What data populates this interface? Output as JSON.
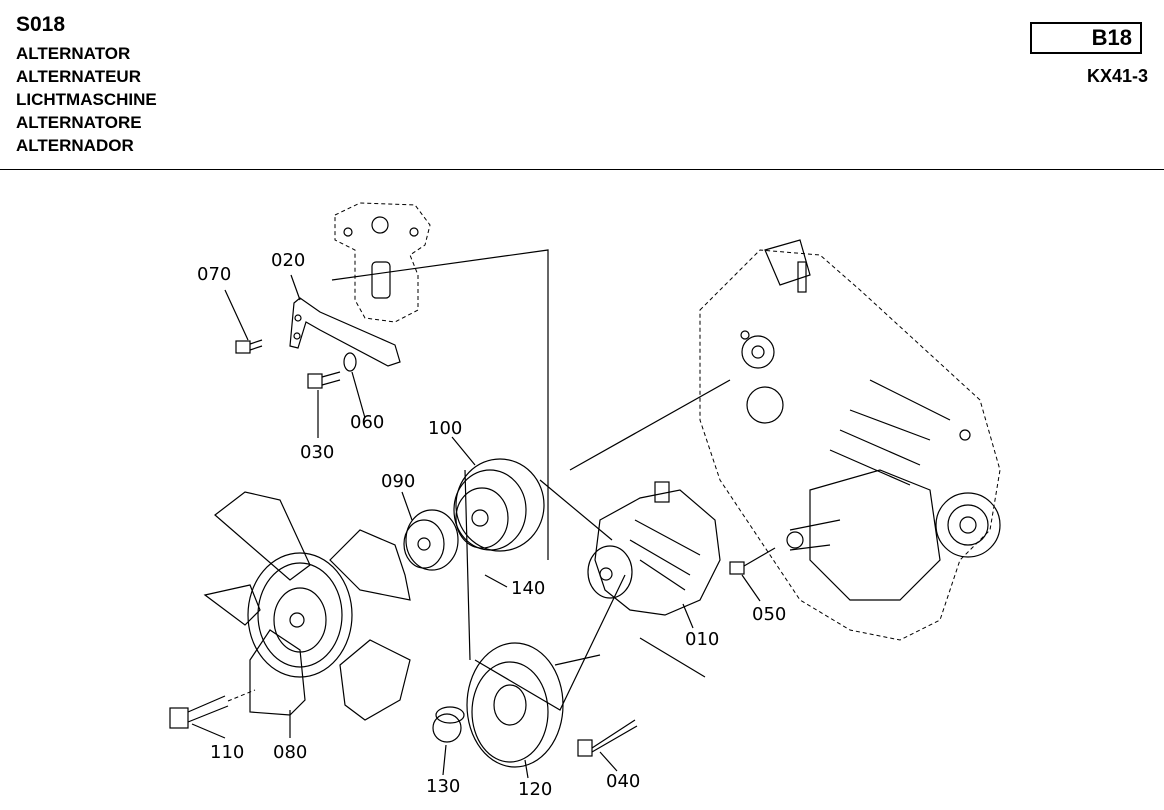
{
  "header": {
    "section_code": "S018",
    "names": [
      "ALTERNATOR",
      "ALTERNATEUR",
      "LICHTMASCHINE",
      "ALTERNATORE",
      "ALTERNADOR"
    ],
    "group_badge": "B18",
    "model": "KX41-3"
  },
  "callouts": {
    "c010": "010",
    "c020": "020",
    "c030": "030",
    "c040": "040",
    "c050": "050",
    "c060": "060",
    "c070": "070",
    "c080": "080",
    "c090": "090",
    "c100": "100",
    "c110": "110",
    "c120": "120",
    "c130": "130",
    "c140": "140"
  }
}
